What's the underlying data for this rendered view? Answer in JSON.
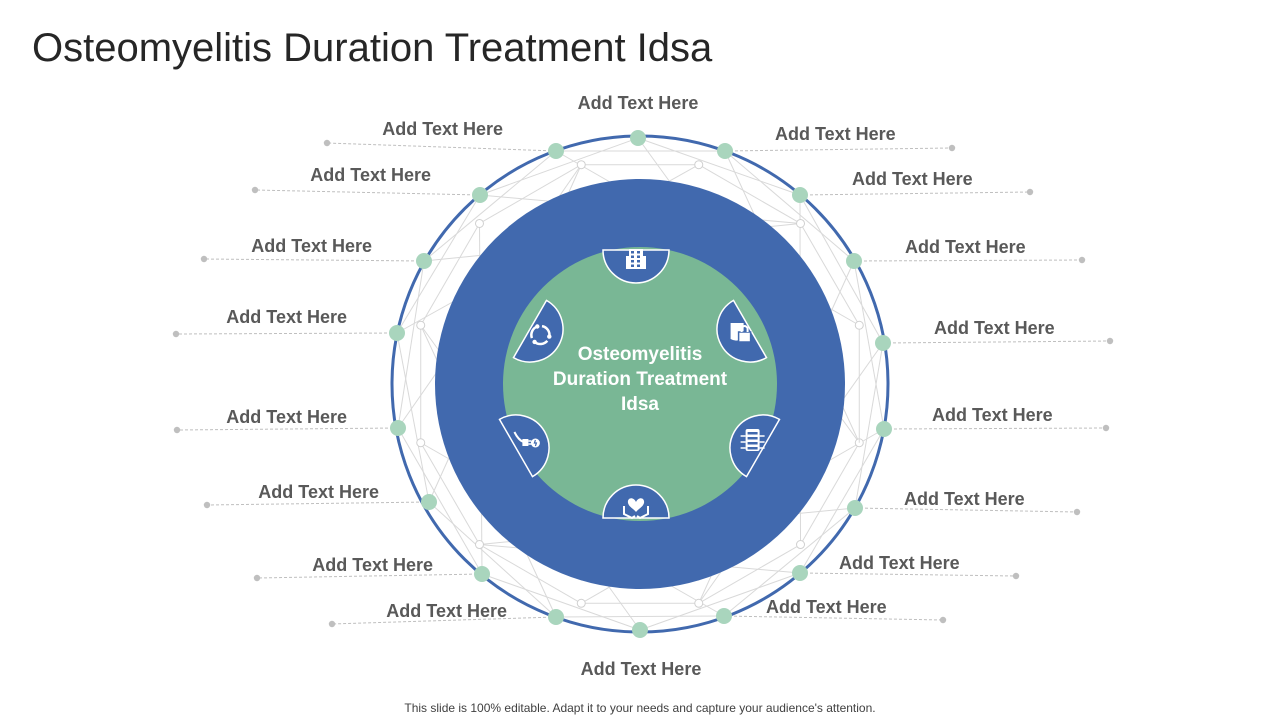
{
  "title": "Osteomyelitis Duration Treatment Idsa",
  "center_label": "Osteomyelitis Duration Treatment Idsa",
  "footer": "This slide is 100% editable. Adapt it to your needs and capture your audience's attention.",
  "labels": [
    "Add Text Here",
    "Add Text Here",
    "Add Text Here",
    "Add Text Here",
    "Add Text Here",
    "Add Text Here",
    "Add Text Here",
    "Add Text Here",
    "Add Text Here",
    "Add Text Here",
    "Add Text Here",
    "Add Text Here",
    "Add Text Here",
    "Add Text Here",
    "Add Text Here",
    "Add Text Here",
    "Add Text Here",
    "Add Text Here"
  ],
  "icons": [
    "building-icon",
    "lock-shield-icon",
    "server-icon",
    "heart-hands-icon",
    "plug-icon",
    "recycle-icon"
  ],
  "colors": {
    "outer_ring": "#4169ae",
    "inner_circle": "#79b795",
    "node": "#a9d5bd",
    "text": "#595959",
    "title": "#262626",
    "leader": "#bfbfbf"
  }
}
